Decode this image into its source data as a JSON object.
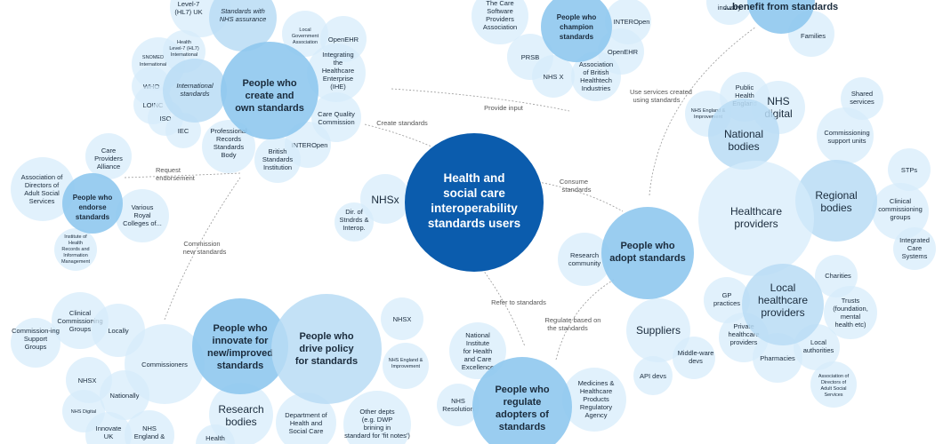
{
  "center": {
    "label": "Health and social care interoperability standards users",
    "color": "#0b5cad"
  },
  "groups": {
    "create": "People who create and own standards",
    "champion": "People who champion standards",
    "benefit": "...benefit from standards",
    "endorse": "People who endorse standards",
    "adopt": "People who adopt standards",
    "innovate": "People who innovate for new/improved standards",
    "policy": "People who drive policy for standards",
    "regulate": "People who regulate adopters of standards"
  },
  "edges": {
    "create_standards": "Create standards",
    "provide_input": "Provide input",
    "use_services": "Use services created using standards",
    "consume": "Consume standards",
    "request": "Request endorsement",
    "commission": "Commission new standards",
    "refer": "Refer to standards",
    "regulate_based": "Regulate based on the standards"
  },
  "nodes": {
    "hl7uk": "Level-7 (HL7) UK",
    "nhs_assurance": "Standards with NHS assurance",
    "lga": "Local Government Association",
    "openehr1": "OpenEHR",
    "ihe": "Integrating the Healthcare Enterprise (IHE)",
    "hl7intl": "Health Level-7 (HL7) International",
    "snomed": "SNOMED International",
    "intl_standards": "International standards",
    "who": "WHO",
    "loinc": "LOINC",
    "iso": "ISO",
    "iec": "IEC",
    "prsb": "Professional Records Standards Body",
    "cqc": "Care Quality Commission",
    "bsi": "British Standards Institution",
    "interopen1": "INTEROpen",
    "care_software": "The Care Software Providers Association",
    "interopen2": "INTEROpen",
    "prsb2": "PRSB",
    "openehr2": "OpenEHR",
    "nhsx_top": "NHS X",
    "abhi": "Association of British Healthtech Industries",
    "industry": "industry",
    "families": "Families",
    "care_providers_alliance": "Care Providers Alliance",
    "adass": "Association of Directors of Adult Social Services",
    "royal_colleges": "Various Royal Colleges of...",
    "ihrim": "Institute of Health Records and Information Management",
    "nhsx_mid": "NHSx",
    "dir_standards": "Dir. of Stndrds & Interop.",
    "research_community": "Research community",
    "national_bodies": "National bodies",
    "phe": "Public Health England",
    "nhs_digital": "NHS digital",
    "nhse_improvement": "NHS England & Improvement",
    "shared_services": "Shared services",
    "commissioning_units": "Commissioning support units",
    "stps": "STPs",
    "healthcare_providers": "Healthcare providers",
    "regional_bodies": "Regional bodies",
    "ccg_right": "Clinical commissioning groups",
    "ics": "Integrated Care Systems",
    "charities": "Charities",
    "gp_practices": "GP practices",
    "local_providers": "Local healthcare providers",
    "trusts": "Trusts (foundation, mental health etc)",
    "private_providers": "Private healthcare providers",
    "local_authorities": "Local authorities",
    "pharmacies": "Pharmacies",
    "suppliers": "Suppliers",
    "middleware": "Middle-ware devs",
    "api_devs": "API devs",
    "adass_small": "Association of Directors of Adult Social Services",
    "ccg_left": "Clinical Commissioning Groups",
    "locally": "Locally",
    "csu_left": "Commission-ing Support Groups",
    "commissioners": "Commissioners",
    "nhsx_left": "NHSX",
    "nationally": "Nationally",
    "nhs_digital_left": "NHS Digital",
    "innovate_uk": "Innovate UK",
    "nhse_left": "NHS England &",
    "research_bodies": "Research bodies",
    "health_cut": "Health",
    "nhsx_policy": "NHSX",
    "nhse_policy": "NHS England & Improvement",
    "dhsc": "Department of Health and Social Care",
    "other_depts": "Other depts (e.g. DWP brining in standard for 'fit notes')",
    "nice": "National Institute for Health and Care Excellence",
    "nhs_resolution": "NHS Resolution",
    "mhra": "Medicines & Healthcare Products Regulatory Agency"
  }
}
